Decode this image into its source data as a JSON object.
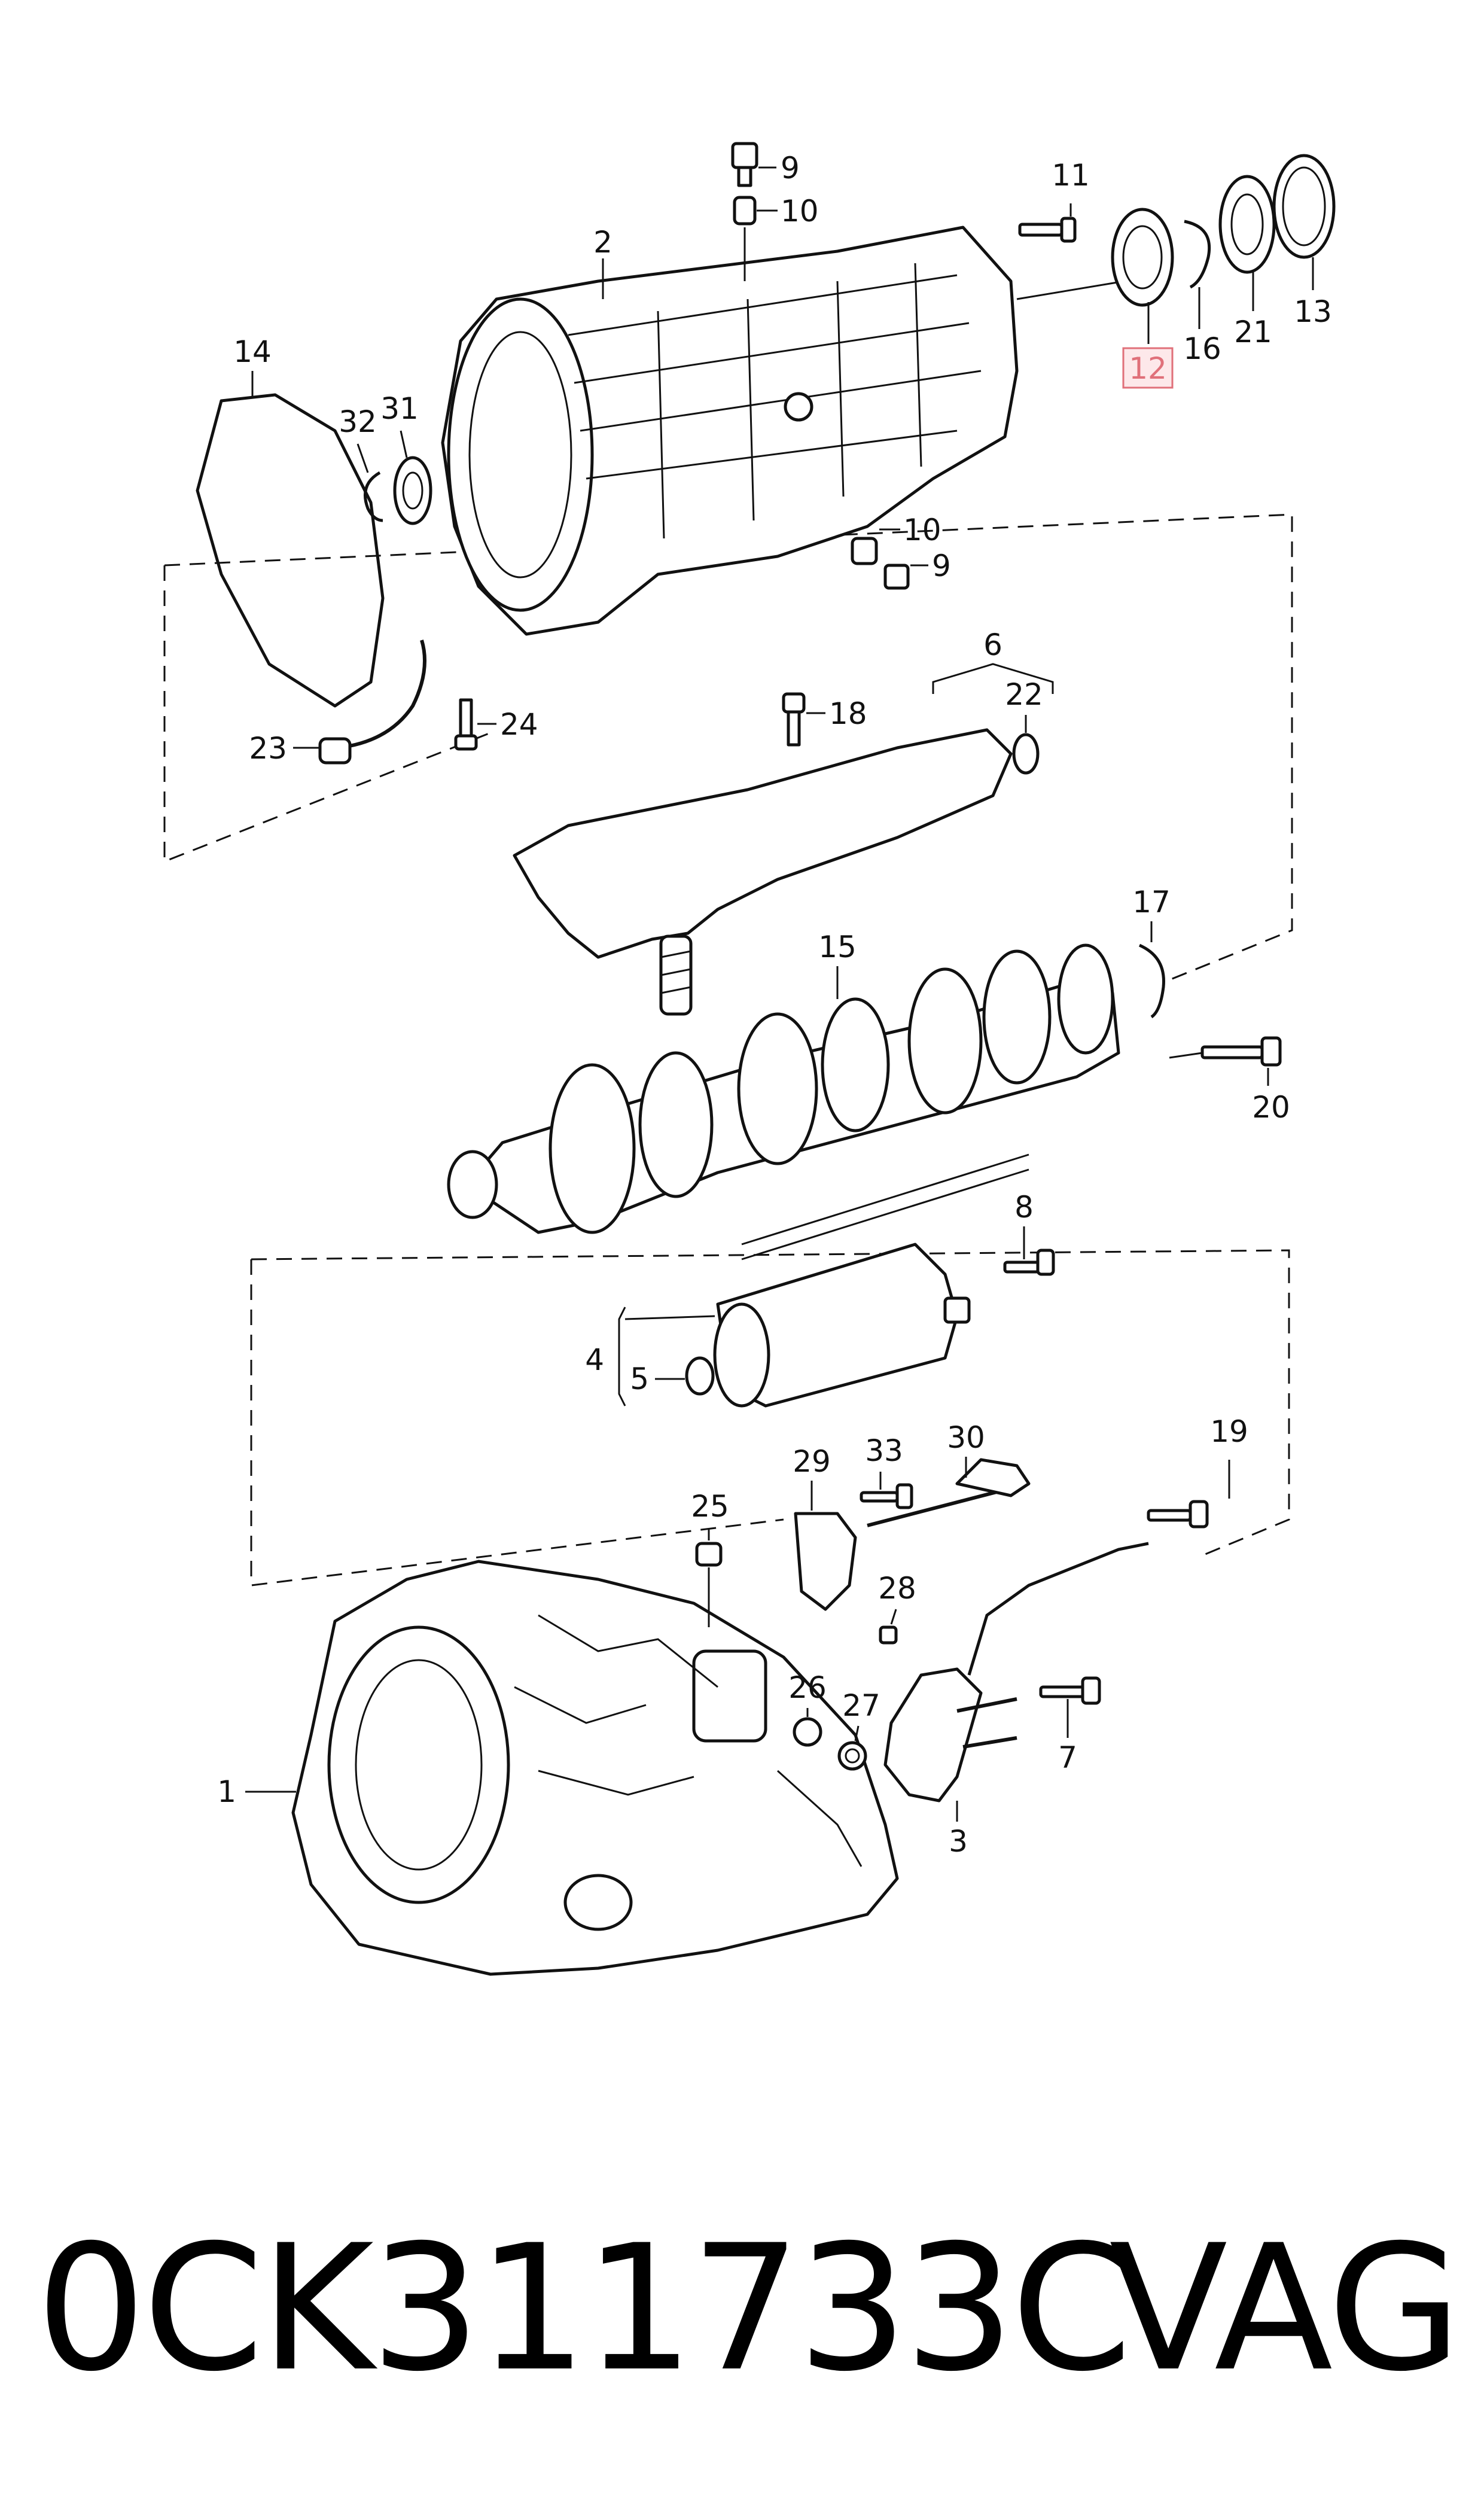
{
  "diagram": {
    "highlighted_callout": "12",
    "highlight_color": "#e0707a",
    "callouts": {
      "c1": "1",
      "c2": "2",
      "c3": "3",
      "c4": "4",
      "c5": "5",
      "c6": "6",
      "c7": "7",
      "c8": "8",
      "c9a": "9",
      "c9b": "9",
      "c10a": "10",
      "c10b": "10",
      "c11": "11",
      "c12": "12",
      "c13": "13",
      "c14": "14",
      "c15": "15",
      "c16": "16",
      "c17": "17",
      "c18": "18",
      "c19": "19",
      "c20": "20",
      "c21": "21",
      "c22": "22",
      "c23": "23",
      "c24": "24",
      "c25": "25",
      "c26": "26",
      "c27": "27",
      "c28": "28",
      "c29": "29",
      "c30": "30",
      "c31": "31",
      "c32": "32",
      "c33": "33"
    }
  },
  "footer": {
    "part_number": "0CK311733C",
    "brand": "VAG"
  }
}
